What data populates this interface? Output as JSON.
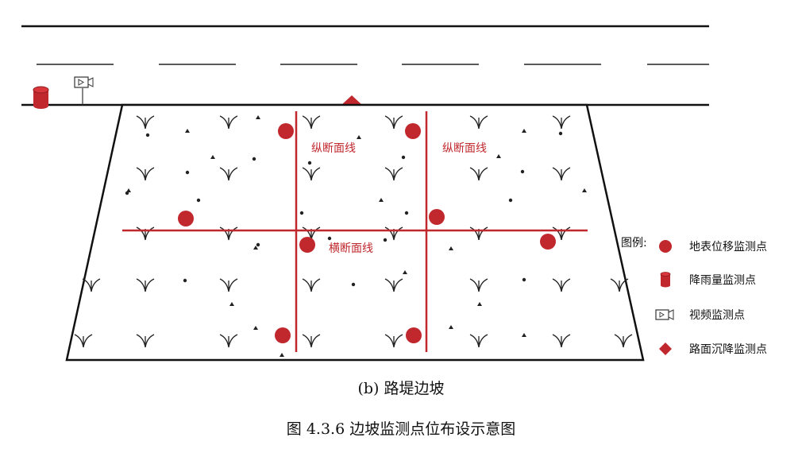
{
  "labels": {
    "longitudinal_left": "纵断面线",
    "longitudinal_right": "纵断面线",
    "transverse": "横断面线"
  },
  "legend": {
    "title": "图例:",
    "items": [
      {
        "icon": "red-circle",
        "label": "地表位移监测点"
      },
      {
        "icon": "red-cylinder",
        "label": "降雨量监测点"
      },
      {
        "icon": "video-camera",
        "label": "视频监测点"
      },
      {
        "icon": "red-diamond",
        "label": "路面沉降监测点"
      }
    ]
  },
  "subcaption": "(b) 路堤边坡",
  "caption": "图 4.3.6  边坡监测点位布设示意图",
  "colors": {
    "accent": "#c0282d",
    "line": "#111111"
  }
}
